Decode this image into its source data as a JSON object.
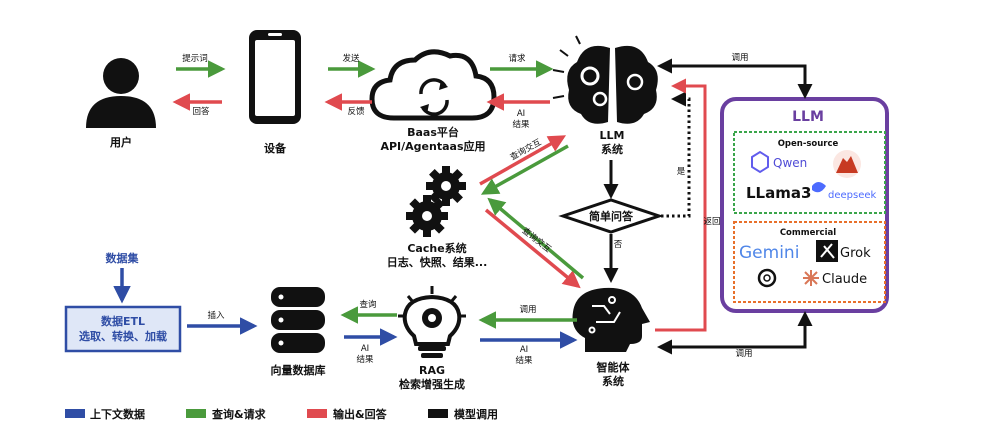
{
  "nodes": {
    "user": "用户",
    "device": "设备",
    "baas_title": "Baas平台",
    "baas_sub": "API/Agentaas应用",
    "llm_system": [
      "LLM",
      "系统"
    ],
    "cache_title": "Cache系统",
    "cache_sub": "日志、快照、结果...",
    "decision": "简单问答",
    "agent": [
      "智能体",
      "系统"
    ],
    "rag_title": "RAG",
    "rag_sub": "检索增强生成",
    "vector_db": "向量数据库",
    "dataset": "数据集",
    "etl": [
      "数据ETL",
      "选取、转换、加载"
    ]
  },
  "edge_labels": {
    "prompt": "提示词",
    "answer": "回答",
    "send": "发送",
    "feedback": "反馈",
    "request": "请求",
    "ai_result": [
      "AI",
      "结果"
    ],
    "query_interact": "查询交互",
    "yes": "是",
    "no": "否",
    "return": "返回",
    "invoke": "调用",
    "query": "查询",
    "insert": "插入"
  },
  "llm_panel": {
    "title": "LLM",
    "open_title": "Open-source",
    "open_models": [
      "Qwen",
      "LLama3",
      "deepseek"
    ],
    "commercial_title": "Commercial",
    "commercial_models": [
      "Gemini",
      "Grok",
      "Claude"
    ]
  },
  "legend": [
    {
      "label": "上下文数据",
      "color": "#2f4da5"
    },
    {
      "label": "查询&请求",
      "color": "#4a9a3c"
    },
    {
      "label": "输出&回答",
      "color": "#e04a4f"
    },
    {
      "label": "模型调用",
      "color": "#111111"
    }
  ],
  "colors": {
    "blue": "#2f4da5",
    "green": "#4a9a3c",
    "red": "#e04a4f",
    "black": "#111111",
    "purple": "#6a3fa0",
    "open_border": "#3aa54a",
    "commercial_border": "#e8702a"
  }
}
